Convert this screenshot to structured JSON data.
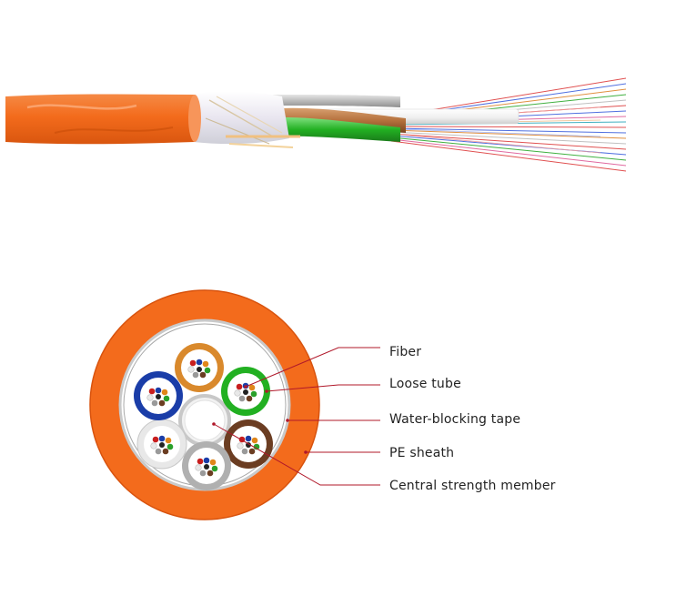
{
  "labels": {
    "fiber": "Fiber",
    "loose_tube": "Loose tube",
    "water_blocking_tape": "Water-blocking tape",
    "pe_sheath": "PE sheath",
    "central_strength_member": "Central strength member"
  },
  "colors": {
    "sheath": "#f36b1c",
    "sheath_dark": "#d8530e",
    "tape": "#c9c9c9",
    "leader_line": "#b0182a",
    "tube_orange": "#d9892c",
    "tube_green": "#22b022",
    "tube_brown": "#6b3d22",
    "tube_grey": "#b0b0b0",
    "tube_white": "#e8e8e8",
    "tube_blue": "#1a3da8",
    "central_member": "#f2f2f2"
  },
  "icons": [
    "side-view-cable-icon",
    "cross-section-icon"
  ]
}
